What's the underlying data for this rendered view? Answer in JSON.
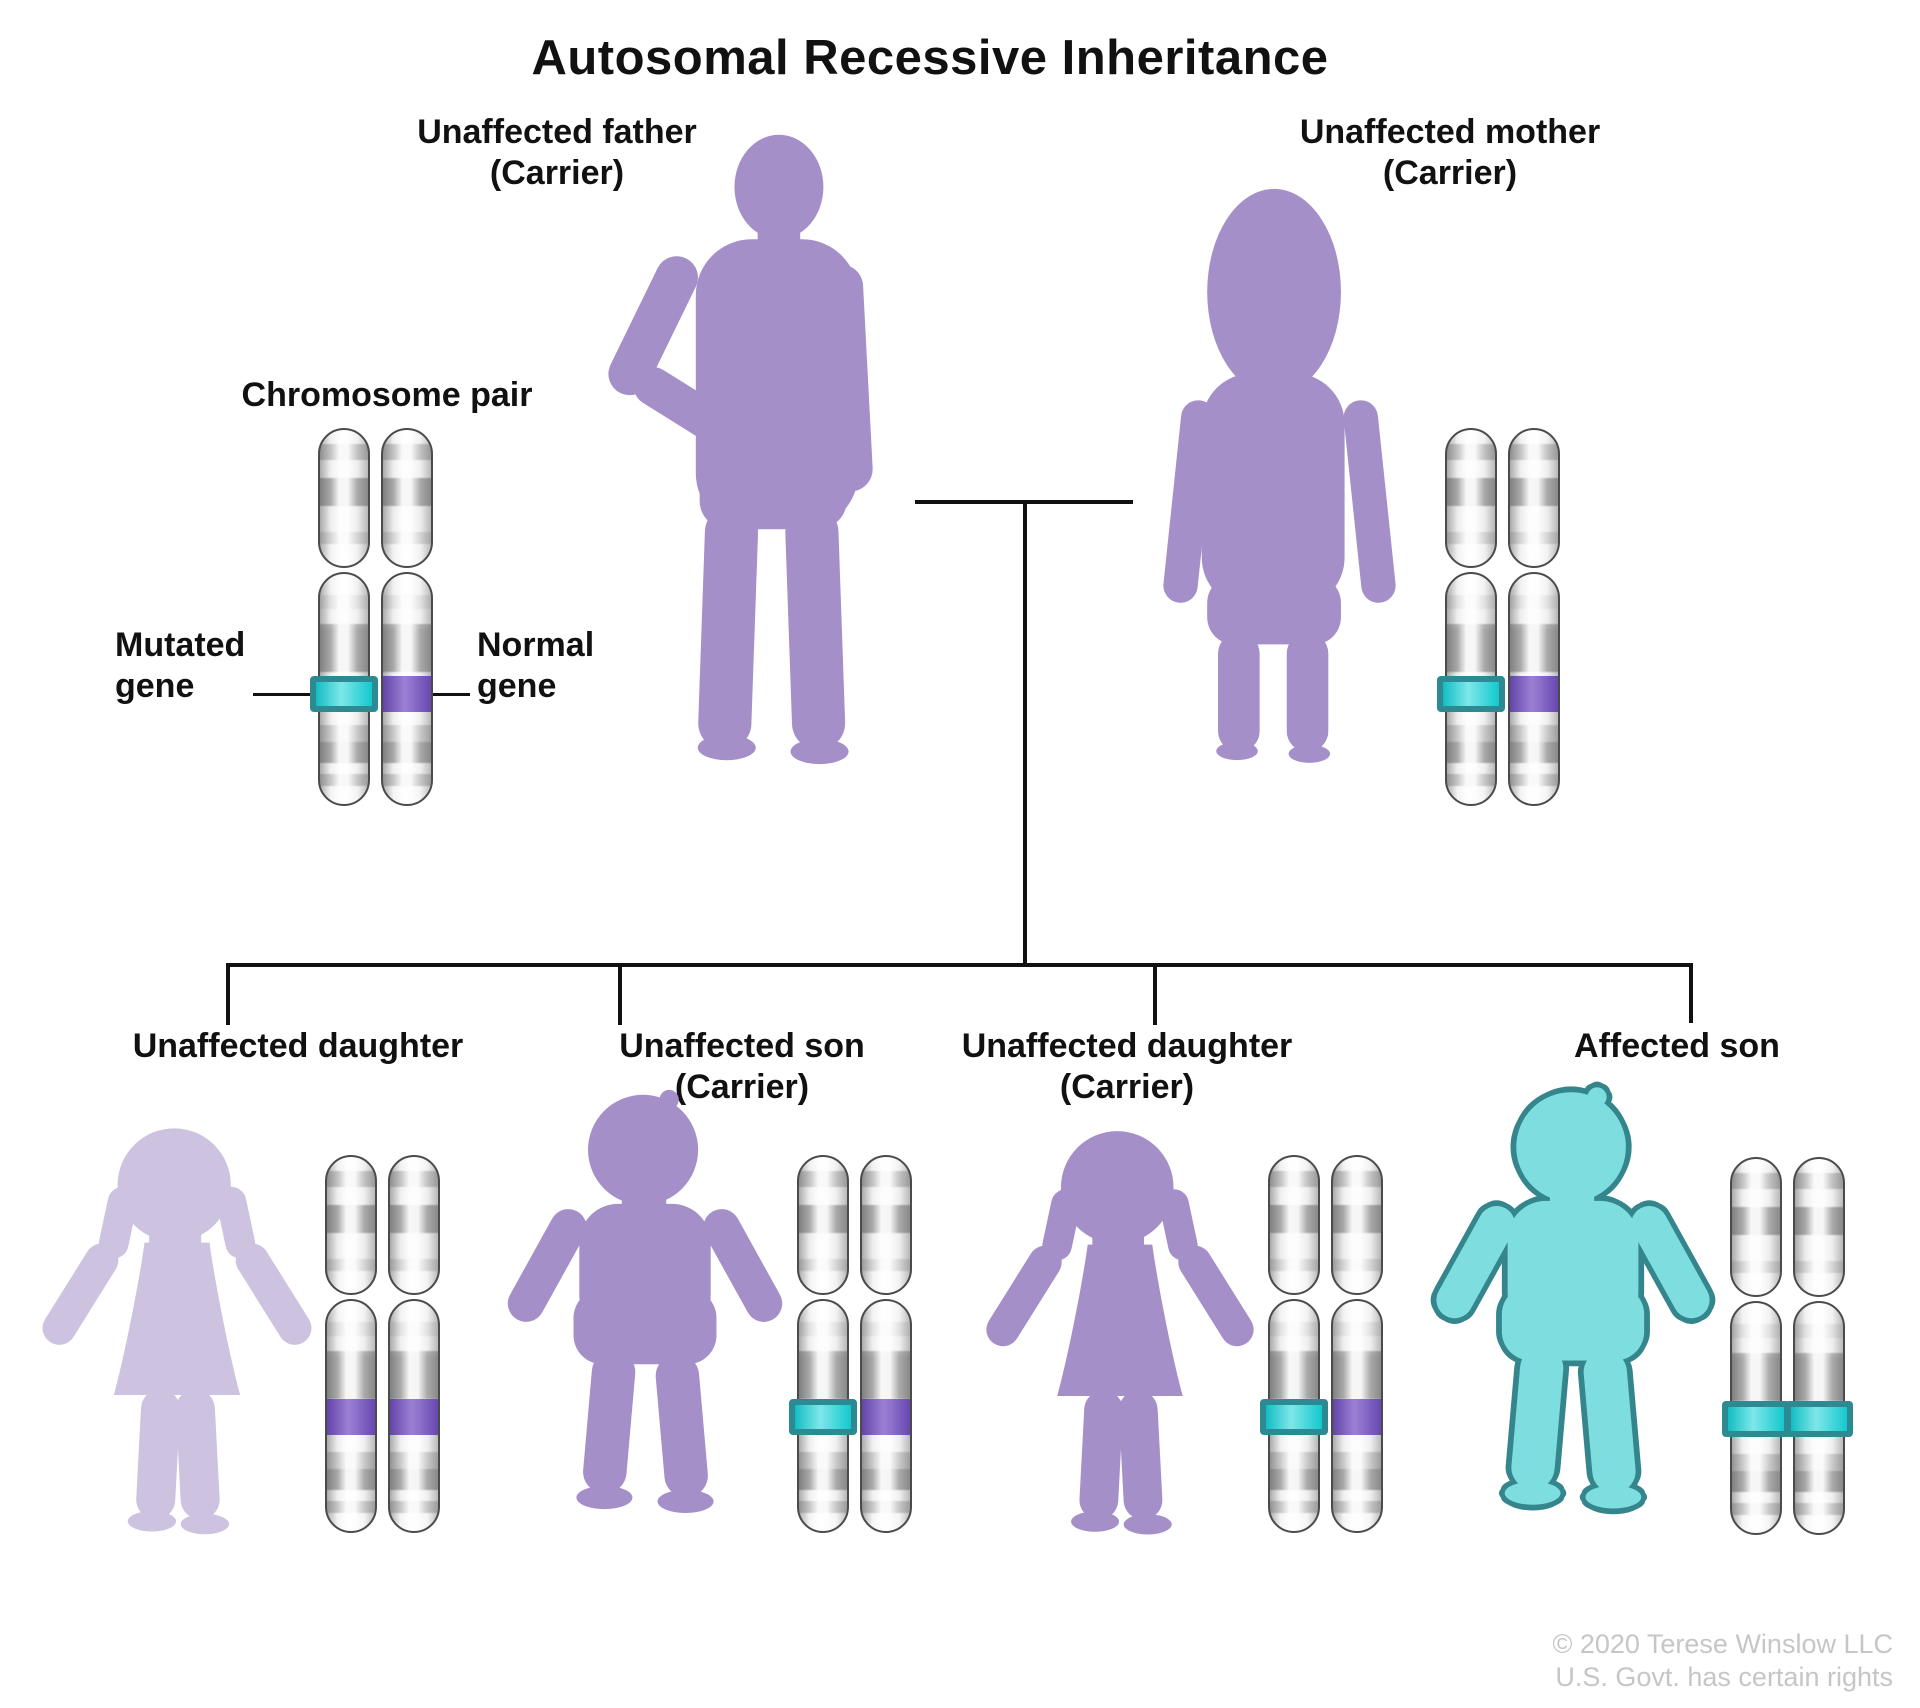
{
  "title": "Autosomal Recessive Inheritance",
  "colors": {
    "carrier_purple": "#a48fc9",
    "faded_purple": "#cdc2e0",
    "affected_fill": "#7eddde",
    "affected_stroke": "#35858d",
    "mutated_fill": "#14d3d8",
    "mutated_border": "#2d8a92",
    "normal_fill": "#7450c5",
    "line_color": "#111111",
    "copyright_gray": "#c6c6c6"
  },
  "legend": {
    "title": "Chromosome pair",
    "mutated_gene_label": [
      "Mutated",
      "gene"
    ],
    "normal_gene_label": [
      "Normal",
      "gene"
    ]
  },
  "parents": {
    "father": {
      "label_line1": "Unaffected father",
      "label_line2": "(Carrier)",
      "genotype": [
        "mutated",
        "normal"
      ]
    },
    "mother": {
      "label_line1": "Unaffected mother",
      "label_line2": "(Carrier)",
      "genotype": [
        "mutated",
        "normal"
      ]
    }
  },
  "children": [
    {
      "label_line1": "Unaffected daughter",
      "label_line2": "",
      "sex": "girl",
      "status": "unaffected",
      "genotype": [
        "normal",
        "normal"
      ]
    },
    {
      "label_line1": "Unaffected son",
      "label_line2": "(Carrier)",
      "sex": "boy",
      "status": "carrier",
      "genotype": [
        "mutated",
        "normal"
      ]
    },
    {
      "label_line1": "Unaffected daughter",
      "label_line2": "(Carrier)",
      "sex": "girl",
      "status": "carrier",
      "genotype": [
        "mutated",
        "normal"
      ]
    },
    {
      "label_line1": "Affected son",
      "label_line2": "",
      "sex": "boy",
      "status": "affected",
      "genotype": [
        "mutated",
        "mutated"
      ]
    }
  ],
  "copyright": {
    "line1": "© 2020 Terese Winslow LLC",
    "line2": "U.S. Govt. has certain rights"
  }
}
